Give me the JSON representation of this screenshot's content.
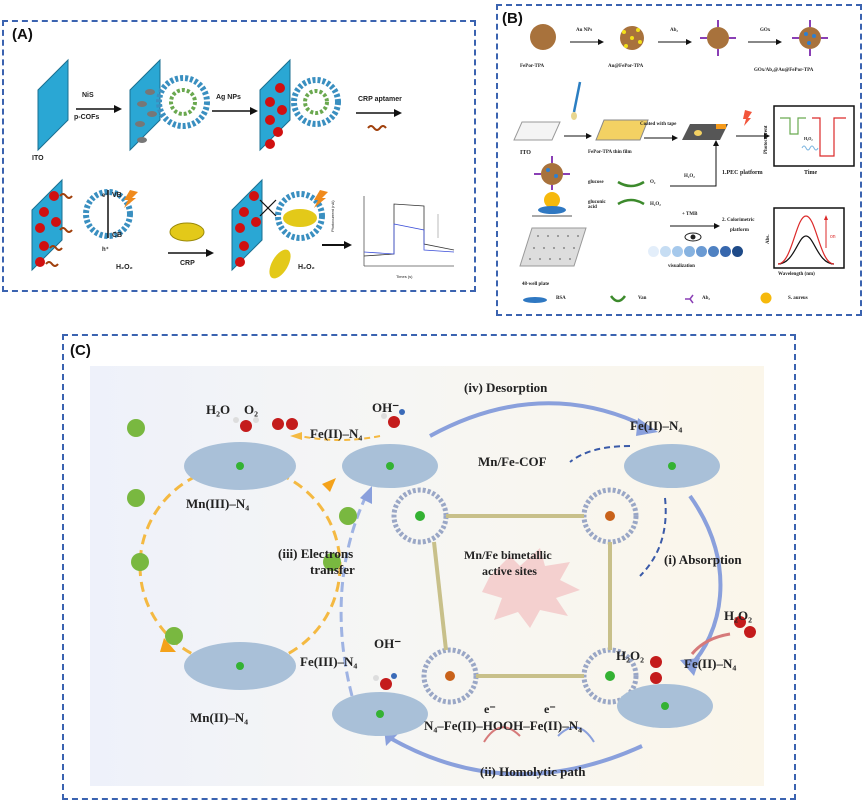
{
  "panels": {
    "a": {
      "label": "(A)",
      "ito": "ITO",
      "step1_top": "NiS",
      "step1_bottom": "p-COFs",
      "step2": "Ag NPs",
      "step3": "CRP aptamer",
      "vb": "VB",
      "cb": "CB",
      "electron": "e⁻",
      "hole": "h⁺",
      "h2o2_left": "H₂O₂",
      "crp": "CRP",
      "h2o2_right": "H₂O₂",
      "chart": {
        "ylabel": "Photocurrent (nA)",
        "xlabel": "Times (s)"
      }
    },
    "b": {
      "label": "(B)",
      "row1": {
        "s1": "FePor-TPA",
        "a1": "Au NPs",
        "s2": "Au@FePor-TPA",
        "a2": "Ab₂",
        "a3": "GOx",
        "s4": "GOx/Ab₂@Au@FePor-TPA"
      },
      "row2": {
        "ito": "ITO",
        "film": "FePor-TPA thin film",
        "coated": "Coated with tape"
      },
      "pec": {
        "ylabel": "Photocurrent",
        "xlabel": "Time",
        "h2o2": "H₂O₂",
        "platform": "1.PEC platform",
        "h2o2_arrow": "H₂O₂"
      },
      "reaction": {
        "glucose": "glucose",
        "gluconic": "gluconic acid",
        "o2": "O₂",
        "h2o2": "H₂O₂"
      },
      "color": {
        "tmb": "+ TMB",
        "platform_line1": "2. Colorimetric",
        "platform_line2": "platform",
        "visualization": "visualization",
        "ylabel": "Abs.",
        "xlabel": "Wavelength (nm)",
        "on": "on",
        "well_colors": [
          "#e3eefa",
          "#c6ddf3",
          "#a6c9ec",
          "#86b2e0",
          "#6a9ad3",
          "#4f81c2",
          "#3767ad",
          "#1e4a88"
        ]
      },
      "plate": "48-well plate",
      "legend": [
        {
          "icon": "bsa-icon",
          "label": "BSA"
        },
        {
          "icon": "van-icon",
          "label": "Van"
        },
        {
          "icon": "ab2-icon",
          "label": "Ab₂"
        },
        {
          "icon": "s-aureus-icon",
          "label": "S. aureus"
        }
      ]
    },
    "c": {
      "label": "(C)",
      "h2o": "H₂O",
      "o2": "O₂",
      "oh_top": "OH⁻",
      "fe2_top": "Fe(II)–N₄",
      "desorption": "(iv) Desorption",
      "fe2_right": "Fe(II)–N₄",
      "mn3": "Mn(III)–N₄",
      "mn2": "Mn(II)–N₄",
      "cof": "Mn/Fe-COF",
      "sites_line1": "Mn/Fe bimetallic",
      "sites_line2": "active sites",
      "electrons_line1": "(iii) Electrons",
      "electrons_line2": "transfer",
      "absorption": "(i) Absorption",
      "h2o2": "H₂O₂",
      "h2o2_bound": "H₂O₂",
      "fe2_bottom": "Fe(II)–N₄",
      "oh_bottom": "OH⁻",
      "fe3": "Fe(III)–N₄",
      "hooh": "N₄–Fe(II)–HOOH–Fe(II)–N₄",
      "e_left": "e⁻",
      "e_right": "e⁻",
      "homolytic": "(ii) Homolytic path",
      "electron_glyph": "e⁻"
    }
  }
}
